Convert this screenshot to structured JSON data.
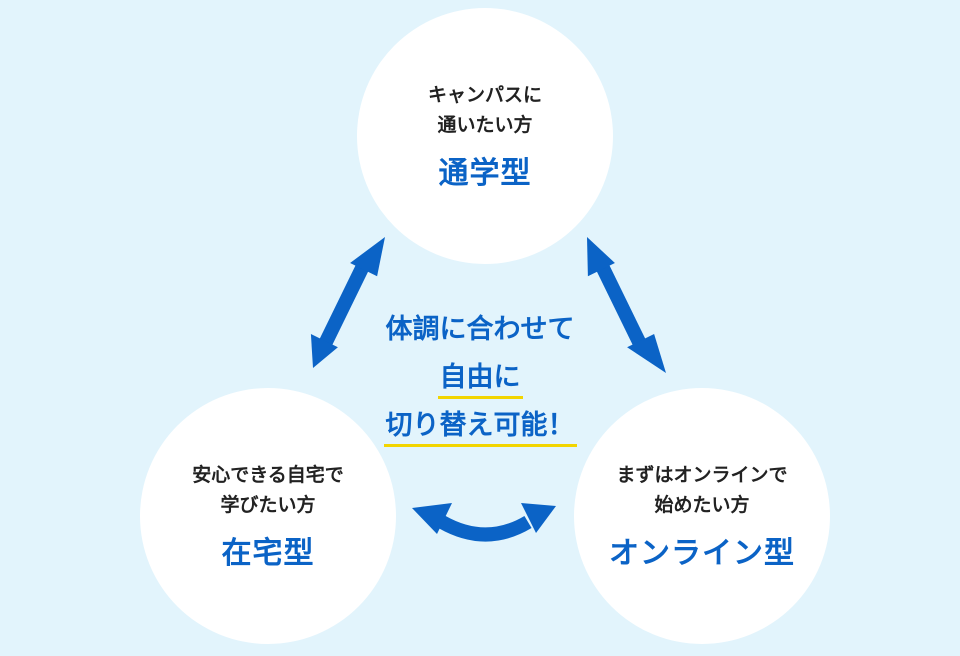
{
  "colors": {
    "background": "#e2f4fc",
    "accent": "#0b63c6",
    "highlight_underline": "#f2d500",
    "circle": "#ffffff",
    "text": "#222222"
  },
  "top_circle": {
    "line1": "キャンパスに",
    "line2": "通いたい方",
    "title": "通学型"
  },
  "left_circle": {
    "line1": "安心できる自宅で",
    "line2": "学びたい方",
    "title": "在宅型"
  },
  "right_circle": {
    "line1": "まずはオンラインで",
    "line2": "始めたい方",
    "title": "オンライン型"
  },
  "center": {
    "line1": "体調に合わせて",
    "line2": "自由に",
    "line3": "切り替え可能！"
  },
  "arrows": [
    {
      "from": "通学型",
      "to": "在宅型",
      "style": "double-headed"
    },
    {
      "from": "通学型",
      "to": "オンライン型",
      "style": "double-headed"
    },
    {
      "from": "在宅型",
      "to": "オンライン型",
      "style": "double-headed-curved"
    }
  ]
}
